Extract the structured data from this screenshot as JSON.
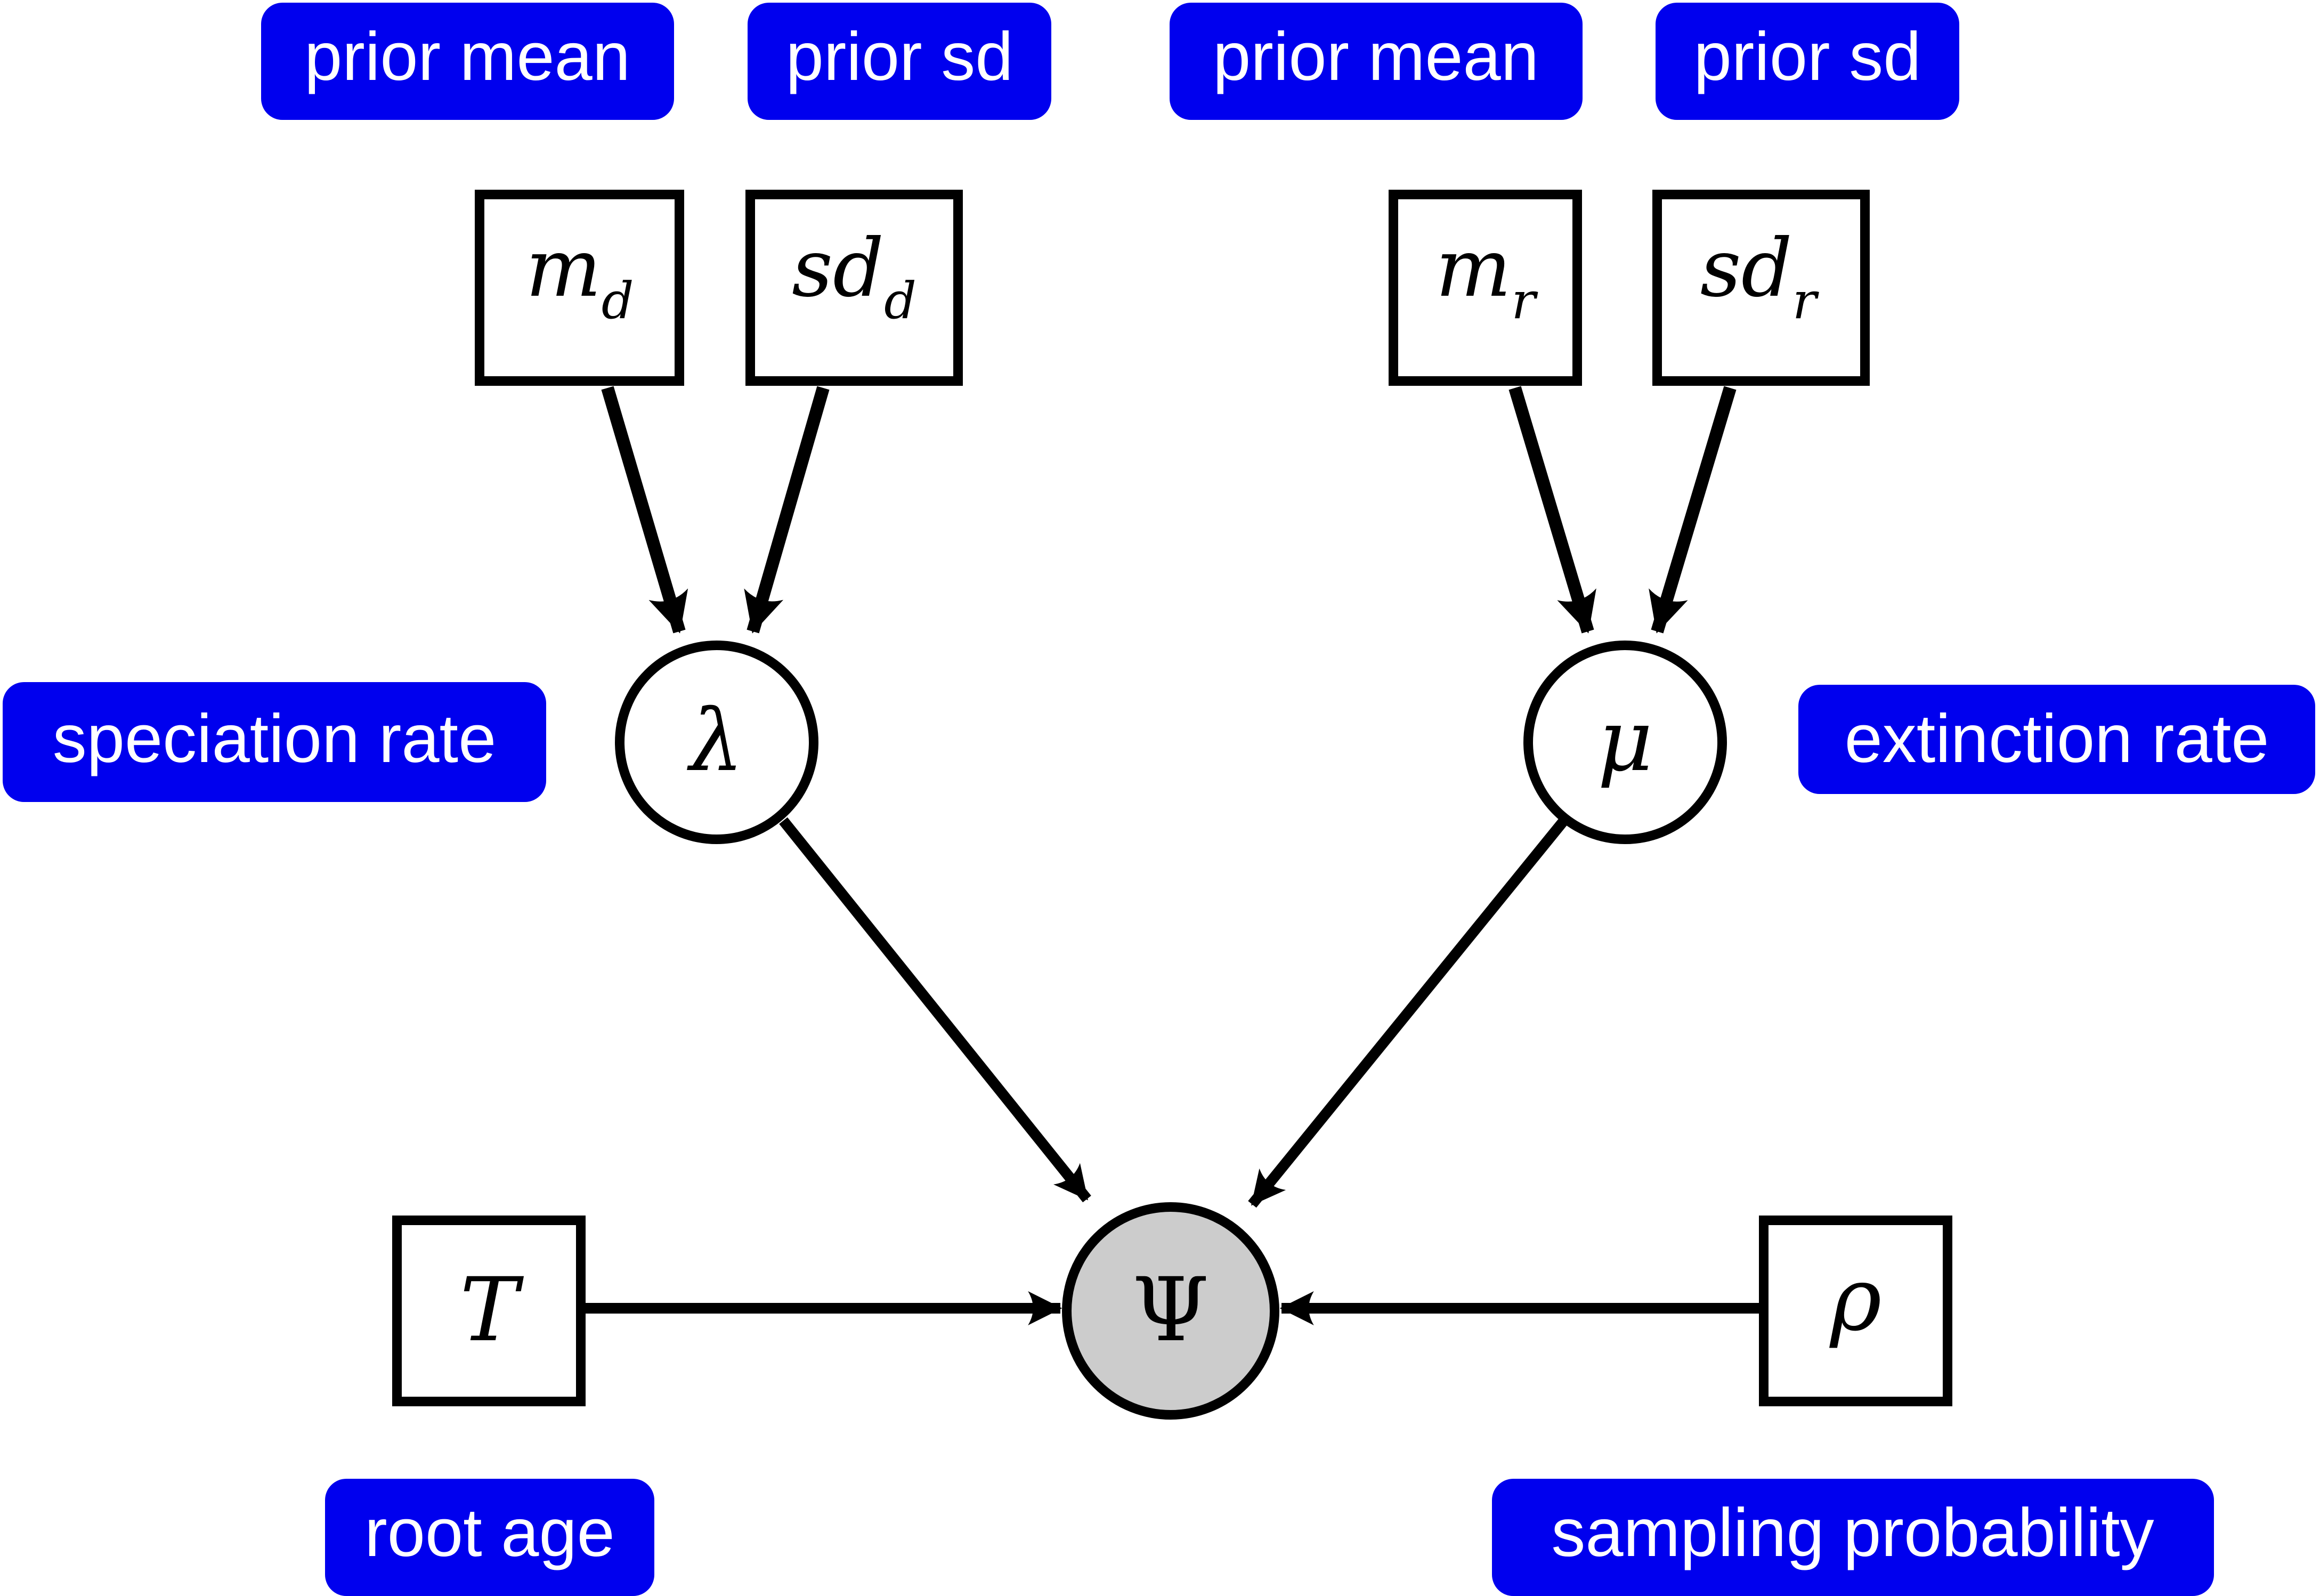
{
  "labels": {
    "prior_mean_left": "prior mean",
    "prior_sd_left": "prior sd",
    "prior_mean_right": "prior mean",
    "prior_sd_right": "prior sd",
    "speciation_rate": "speciation rate",
    "extinction_rate": "extinction rate",
    "root_age": "root age",
    "sampling_probability": "sampling probability"
  },
  "nodes": {
    "m_d": {
      "symbol": "m",
      "subscript": "d"
    },
    "sd_d": {
      "symbol": "sd",
      "subscript": "d"
    },
    "m_r": {
      "symbol": "m",
      "subscript": "r"
    },
    "sd_r": {
      "symbol": "sd",
      "subscript": "r"
    },
    "lambda": {
      "symbol": "λ"
    },
    "mu": {
      "symbol": "μ"
    },
    "T": {
      "symbol": "T"
    },
    "psi": {
      "symbol": "Ψ"
    },
    "rho": {
      "symbol": "ρ"
    }
  },
  "colors": {
    "label_background": "#0000ee",
    "label_text": "#ffffff",
    "observed_node": "#cccccc",
    "stroke": "#000000"
  }
}
